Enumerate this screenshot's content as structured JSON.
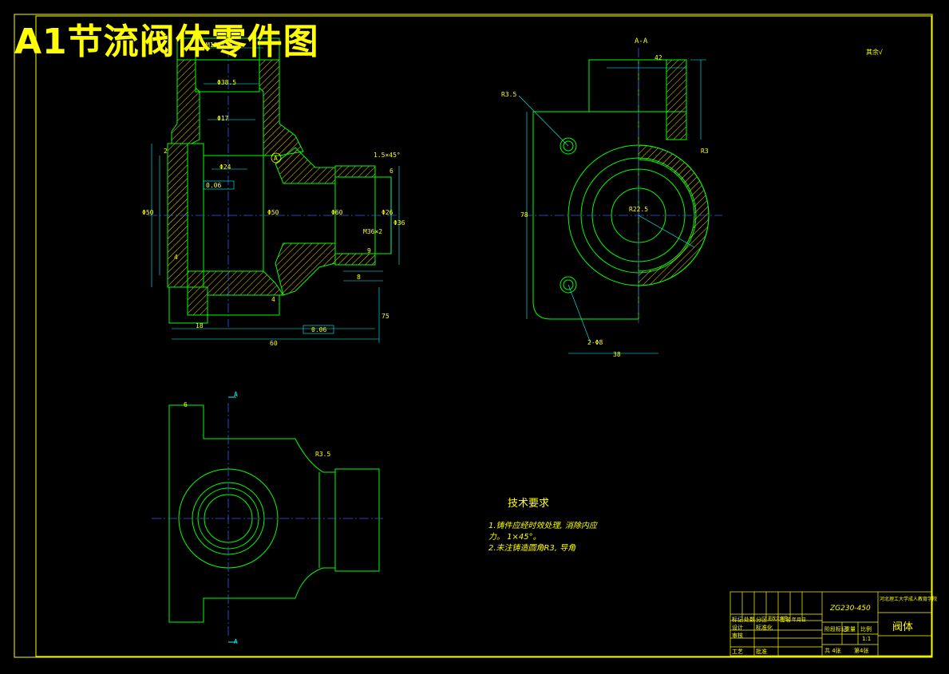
{
  "title": "A1节流阀体零件图",
  "section_label": "A-A",
  "roughness_note": "其余√",
  "view_marks": {
    "top": "A",
    "bottom": "A"
  },
  "callout_circle": "A",
  "tech_requirements": {
    "heading": "技术要求",
    "lines": [
      "1.铸件应经时效处理, 消除内应",
      "力。                1×45°。",
      "2.未注铸造圆角R3, 导角"
    ]
  },
  "dimensions": {
    "d_top": "M18×1.5",
    "d_phi1": "Φ38.5",
    "d_phi2": "Φ17",
    "d_phi3": "Φ50",
    "d_phi4": "Φ24",
    "d_side": "Φ60",
    "d_right1": "M36×2",
    "d_right2": "Φ26",
    "d_right3": "Φ36",
    "d_left": "Φ50",
    "d_gap": "6",
    "d_b1": "2",
    "d_b2": "4",
    "d_bottom_total": "60",
    "d_bottom_l": "18",
    "d_right_w": "9",
    "d_right_w2": "8",
    "d_height": "75",
    "d_aa_top": "42",
    "d_aa_r1": "R3.5",
    "d_aa_r2": "R22.5",
    "d_aa_h": "78",
    "d_aa_w": "38",
    "d_aa_hole": "2-Φ8",
    "d_aa_r": "R3",
    "d_bv_6": "6",
    "d_bv_r": "R3.5",
    "tol1": "0.06",
    "tol2": "0.06",
    "chamfer": "1.5×45°"
  },
  "title_block": {
    "part_name": "阀体",
    "drawing_no": "ZG230-450",
    "school": "河北理工大学成人教育学院",
    "labels": [
      "标记",
      "处数",
      "分区",
      "更改文件号",
      "签名",
      "年月日",
      "设计",
      "标准化",
      "审核",
      "工艺",
      "批准",
      "阶段标记",
      "重量",
      "比例"
    ],
    "scale": "1:1",
    "sheets_total": "共 4张",
    "sheet_no": "第4张"
  },
  "colors": {
    "outline": "#00ff00",
    "center": "#3a57ff",
    "hatch": "#ffd400",
    "dim": "#00ffff",
    "frame": "#ffff00"
  }
}
